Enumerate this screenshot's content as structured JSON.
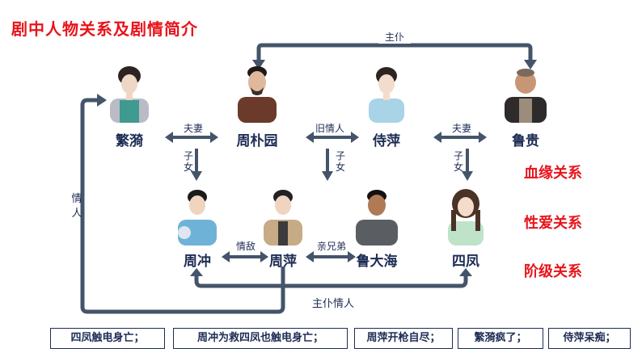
{
  "title": "剧中人物关系及剧情简介",
  "characters": {
    "fanyi": "繁漪",
    "zhou_puyuan": "周朴园",
    "shiping": "侍萍",
    "lu_gui": "鲁贵",
    "zhou_chong": "周冲",
    "zhou_ping": "周萍",
    "lu_dahai": "鲁大海",
    "sifeng": "四凤"
  },
  "relations": {
    "master_servant": "主仆",
    "spouse_left": "夫妻",
    "old_lover": "旧情人",
    "spouse_right": "夫妻",
    "child_left": "子女",
    "child_mid": "子女",
    "child_right": "子女",
    "lover": "情人",
    "love_rival": "情敌",
    "half_brothers": "亲兄弟",
    "master_servant_lovers": "主仆情人"
  },
  "legend": [
    "血缘关系",
    "性爱关系",
    "阶级关系"
  ],
  "events": [
    "四凤触电身亡；",
    "周冲为救四凤也触电身亡；",
    "周萍开枪自尽；",
    "繁漪疯了；",
    "侍萍呆痴；"
  ],
  "colors": {
    "title": "#e8141b",
    "text": "#1d2c55",
    "arrow": "#44546a"
  }
}
